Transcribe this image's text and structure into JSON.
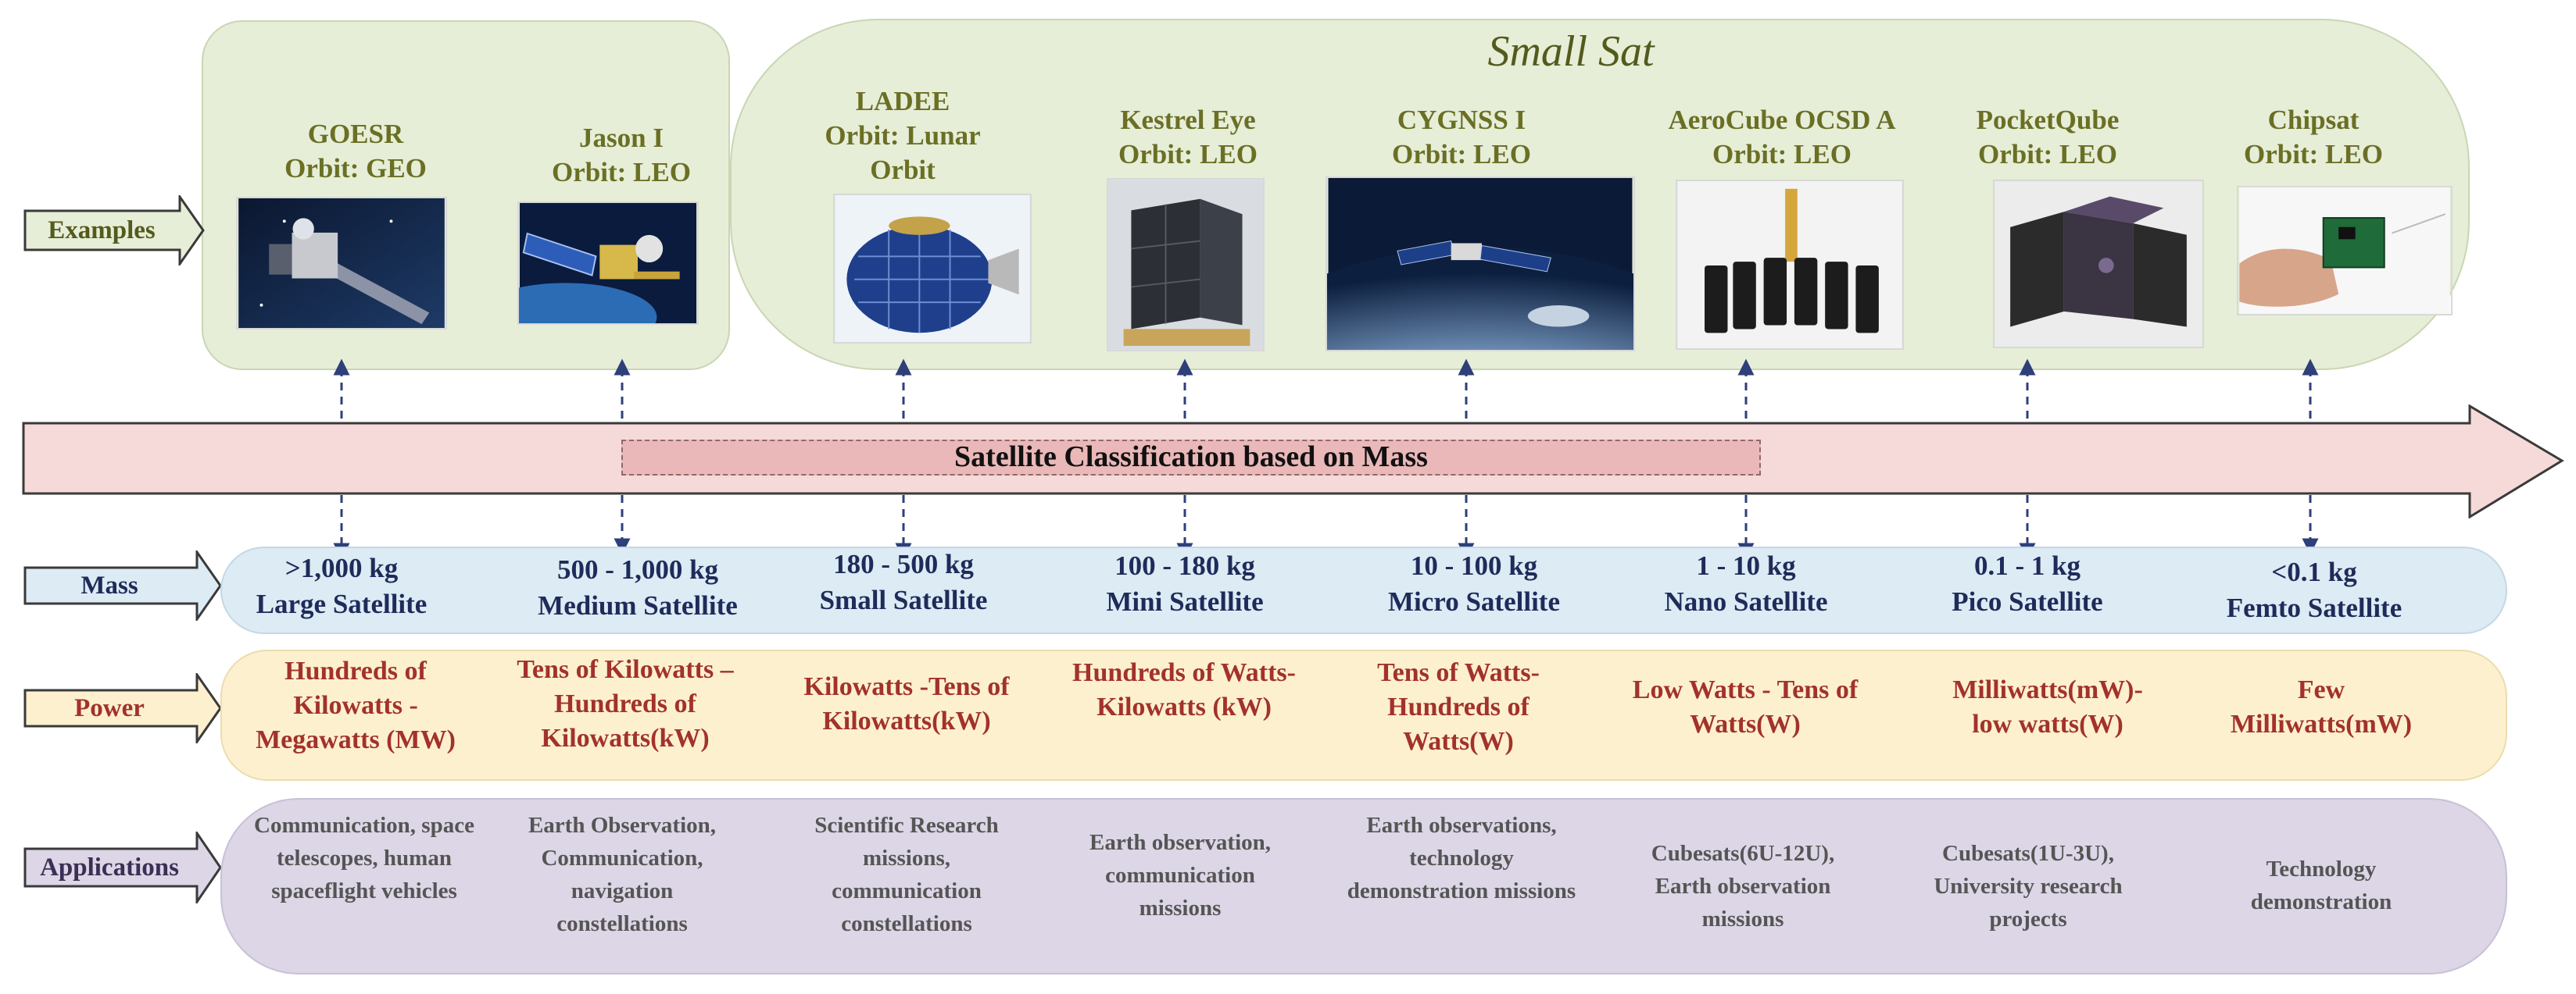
{
  "small_sat_label": "Small Sat",
  "timeline_title": "Satellite Classification based on Mass",
  "row_labels": {
    "examples": "Examples",
    "mass": "Mass",
    "power": "Power",
    "applications": "Applications"
  },
  "examples": [
    {
      "name": "GOESR",
      "orbit": "Orbit: GEO"
    },
    {
      "name": "Jason I",
      "orbit": "Orbit: LEO"
    },
    {
      "name": "LADEE",
      "orbit": "Orbit: Lunar Orbit"
    },
    {
      "name": "Kestrel Eye",
      "orbit": "Orbit: LEO"
    },
    {
      "name": "CYGNSS I",
      "orbit": "Orbit: LEO"
    },
    {
      "name": "AeroCube OCSD A",
      "orbit": "Orbit: LEO"
    },
    {
      "name": "PocketQube",
      "orbit": "Orbit: LEO"
    },
    {
      "name": "Chipsat",
      "orbit": "Orbit: LEO"
    }
  ],
  "mass": [
    {
      "range": ">1,000 kg",
      "class": "Large Satellite"
    },
    {
      "range": "500 - 1,000 kg",
      "class": "Medium Satellite"
    },
    {
      "range": "180 - 500 kg",
      "class": "Small Satellite"
    },
    {
      "range": "100 - 180 kg",
      "class": "Mini Satellite"
    },
    {
      "range": "10 - 100 kg",
      "class": "Micro Satellite"
    },
    {
      "range": "1 - 10 kg",
      "class": "Nano Satellite"
    },
    {
      "range": "0.1 - 1 kg",
      "class": "Pico Satellite"
    },
    {
      "range": "<0.1 kg",
      "class": "Femto Satellite"
    }
  ],
  "power": [
    "Hundreds of Kilowatts - Megawatts (MW)",
    "Tens of Kilowatts – Hundreds of Kilowatts(kW)",
    "Kilowatts -Tens of Kilowatts(kW)",
    "Hundreds of Watts- Kilowatts (kW)",
    "Tens of Watts- Hundreds of Watts(W)",
    "Low Watts - Tens of Watts(W)",
    "Milliwatts(mW)- low watts(W)",
    "Few Milliwatts(mW)"
  ],
  "applications": [
    "Communication, space telescopes, human spaceflight vehicles",
    "Earth Observation, Communication, navigation constellations",
    "Scientific Research missions, communication constellations",
    "Earth observation, communication missions",
    "Earth observations, technology demonstration missions",
    "Cubesats(6U-12U), Earth observation missions",
    "Cubesats(1U-3U), University research projects",
    "Technology demonstration"
  ],
  "colors": {
    "examples_green": "#e6eed8",
    "timeline_pink": "#f6d9d9",
    "mass_blue": "#dcebf4",
    "power_yellow": "#fdf0cf",
    "applications_purple": "#dcd6e6",
    "satellite_text": "#6b6f24",
    "mass_text": "#1f2b5a",
    "power_text": "#a2322a",
    "arrow_blue": "#2e3f7a"
  }
}
